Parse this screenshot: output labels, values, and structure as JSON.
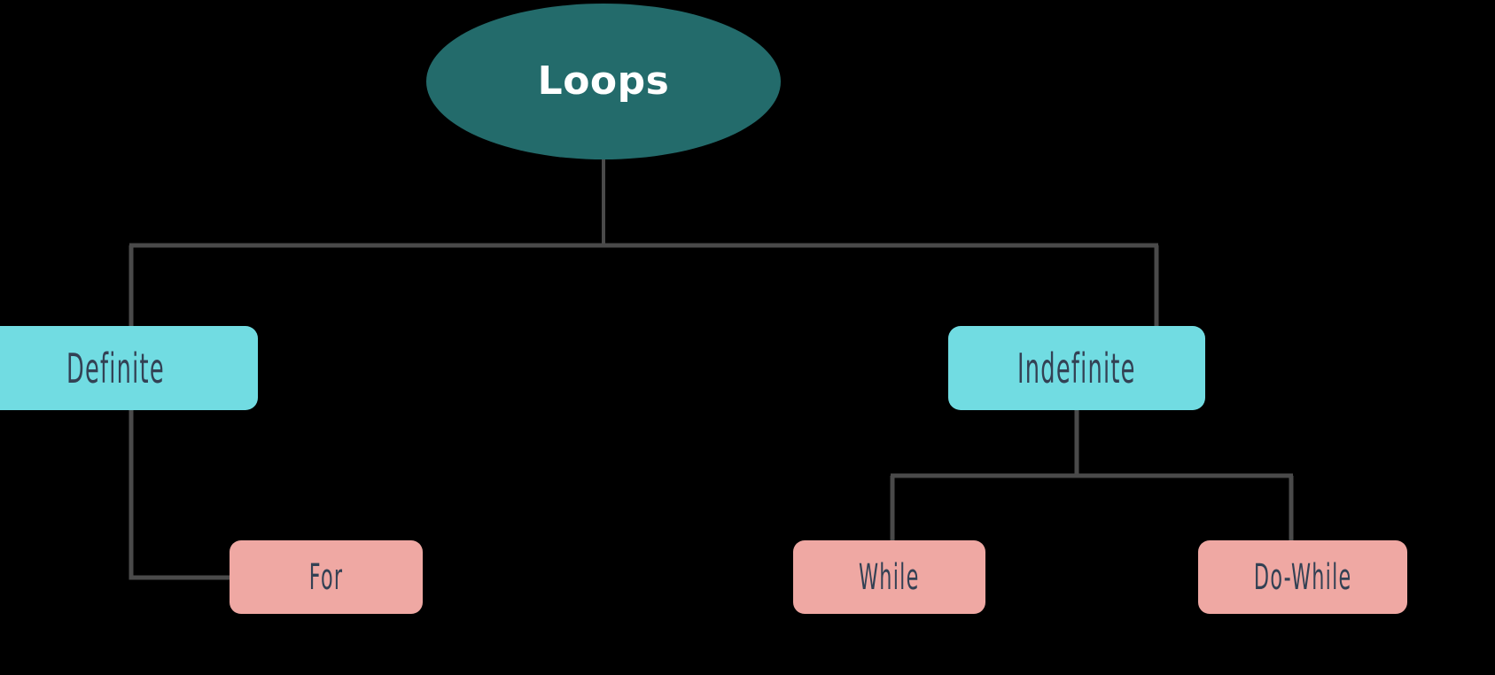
{
  "diagram": {
    "title": "Loops",
    "type": "hierarchy-tree",
    "background_color": "#000000",
    "edge_color": "#4A4A4A",
    "nodes": [
      {
        "id": "loops",
        "label": "Loops",
        "shape": "ellipse",
        "level": 0,
        "fill": "#236B6B",
        "text_color": "#FFFFFF"
      },
      {
        "id": "definite",
        "label": "Definite",
        "shape": "rounded-rect",
        "level": 1,
        "fill": "#71DCE2",
        "text_color": "#334154"
      },
      {
        "id": "indefinite",
        "label": "Indefinite",
        "shape": "rounded-rect",
        "level": 1,
        "fill": "#71DCE2",
        "text_color": "#334154"
      },
      {
        "id": "for",
        "label": "For",
        "shape": "rounded-rect",
        "level": 2,
        "fill": "#EFA8A3",
        "text_color": "#334154"
      },
      {
        "id": "while",
        "label": "While",
        "shape": "rounded-rect",
        "level": 2,
        "fill": "#EFA8A3",
        "text_color": "#334154"
      },
      {
        "id": "dowhile",
        "label": "Do-While",
        "shape": "rounded-rect",
        "level": 2,
        "fill": "#EFA8A3",
        "text_color": "#334154"
      }
    ],
    "edges": [
      {
        "from": "loops",
        "to": "definite"
      },
      {
        "from": "loops",
        "to": "indefinite"
      },
      {
        "from": "definite",
        "to": "for"
      },
      {
        "from": "indefinite",
        "to": "while"
      },
      {
        "from": "indefinite",
        "to": "dowhile"
      }
    ]
  }
}
